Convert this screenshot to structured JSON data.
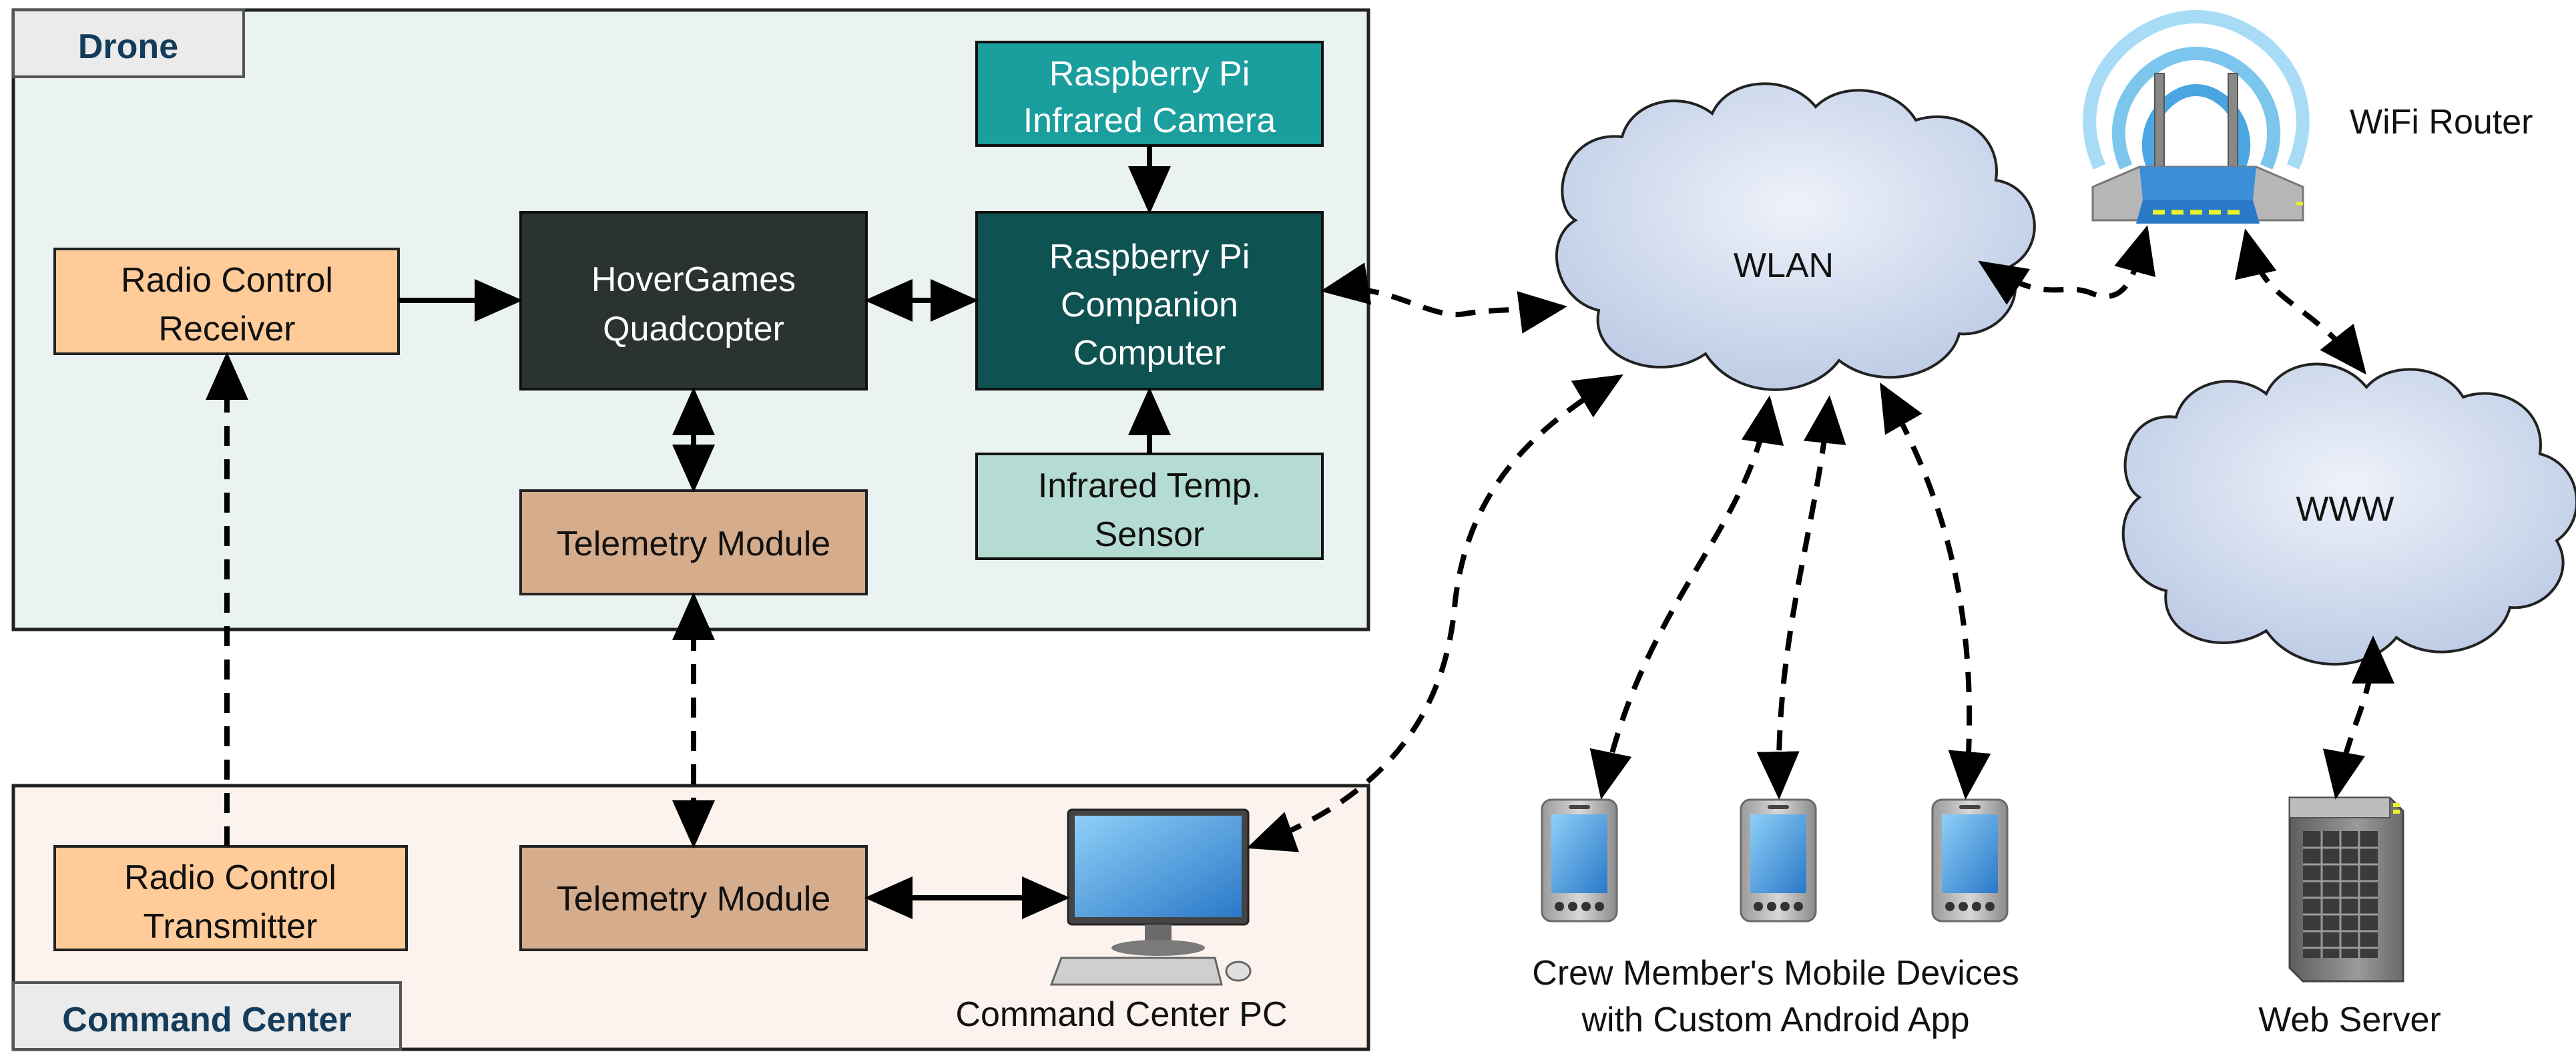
{
  "colors": {
    "drone_panel": "#eaf3f2",
    "command_panel": "#fdf3ee",
    "panel_tab": "#ebebeb",
    "panel_title": "#143c5a",
    "radio": "#ffcc99",
    "quadcopter": "#2b3330",
    "companion": "#0e5252",
    "camera": "#1a9e9e",
    "sensor": "#b4dcd2",
    "telemetry": "#d6ad8c",
    "cloud": "#d3ddee",
    "wifi_arc": "#7cc6ee",
    "screen": "#4a9ad8"
  },
  "panels": {
    "drone": {
      "title": "Drone"
    },
    "command": {
      "title": "Command Center"
    }
  },
  "blocks": {
    "rc_receiver": {
      "line1": "Radio Control",
      "line2": "Receiver"
    },
    "quadcopter": {
      "line1": "HoverGames",
      "line2": "Quadcopter"
    },
    "camera": {
      "line1": "Raspberry Pi",
      "line2": "Infrared Camera"
    },
    "companion": {
      "line1": "Raspberry Pi",
      "line2": "Companion",
      "line3": "Computer"
    },
    "sensor": {
      "line1": "Infrared Temp.",
      "line2": "Sensor"
    },
    "telemetry_drone": {
      "label": "Telemetry Module"
    },
    "rc_transmitter": {
      "line1": "Radio Control",
      "line2": "Transmitter"
    },
    "telemetry_cc": {
      "label": "Telemetry Module"
    }
  },
  "clouds": {
    "wlan": {
      "label": "WLAN"
    },
    "www": {
      "label": "WWW"
    }
  },
  "devices": {
    "router": {
      "label": "WiFi Router",
      "icon": "wifi-router-icon"
    },
    "pc": {
      "label": "Command Center PC",
      "icon": "desktop-computer-icon"
    },
    "mobiles": {
      "line1": "Crew Member's Mobile Devices",
      "line2": "with Custom Android App",
      "icon": "smartphone-icon"
    },
    "server": {
      "label": "Web Server",
      "icon": "server-tower-icon"
    }
  }
}
